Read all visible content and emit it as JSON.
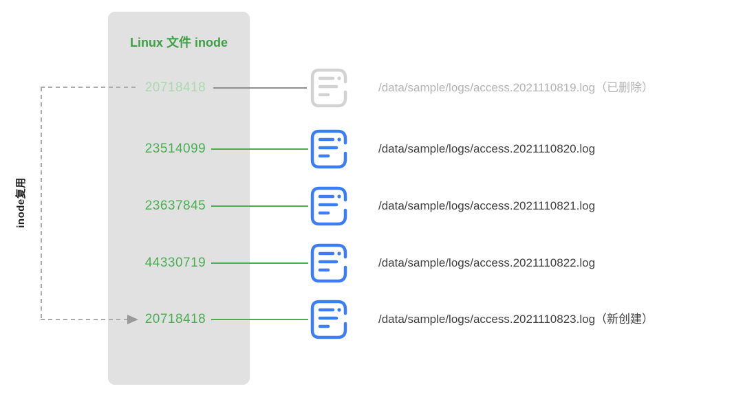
{
  "diagram": {
    "box_title": "Linux 文件 inode",
    "reuse_label": "inode复用",
    "rows": [
      {
        "inode": "20718418",
        "path": "/data/sample/logs/access.2021110819.log（已删除）",
        "state": "deleted"
      },
      {
        "inode": "23514099",
        "path": "/data/sample/logs/access.2021110820.log",
        "state": "active"
      },
      {
        "inode": "23637845",
        "path": "/data/sample/logs/access.2021110821.log",
        "state": "active"
      },
      {
        "inode": "44330719",
        "path": "/data/sample/logs/access.2021110822.log",
        "state": "active"
      },
      {
        "inode": "20718418",
        "path": "/data/sample/logs/access.2021110823.log（新创建）",
        "state": "new"
      }
    ],
    "icons": {
      "file_icon": "log-file-document-icon",
      "arrow": "right-arrow-head"
    },
    "colors": {
      "box_bg": "#e1e1e1",
      "title_green": "#3e9f44",
      "inode_green": "#4bad52",
      "inode_green_faded": "#abd8ae",
      "icon_blue": "#3b7df5",
      "icon_gray": "#d2d2d2",
      "line_green": "#4bad52",
      "line_gray": "#8f8f8f",
      "dash_gray": "#ababab",
      "path_text": "#3f3f3f",
      "path_text_faded": "#b3b3b3"
    }
  }
}
